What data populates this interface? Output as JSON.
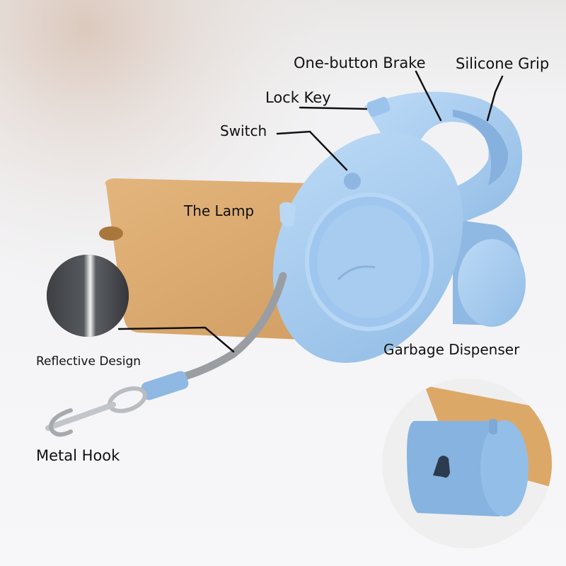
{
  "labels": {
    "one_button_brake": "One-button Brake",
    "silicone_grip": "Silicone Grip",
    "lock_key": "Lock Key",
    "switch": "Switch",
    "the_lamp": "The Lamp",
    "reflective_design": "Reflective Design",
    "garbage_dispenser": "Garbage Dispenser",
    "metal_hook": "Metal Hook"
  },
  "colors": {
    "leash_blue": "#a9cdef",
    "leash_blue_dark": "#8fb8e2",
    "wood": "#d9aa70",
    "strap_gray": "#9a9ea3",
    "text": "#111111"
  }
}
